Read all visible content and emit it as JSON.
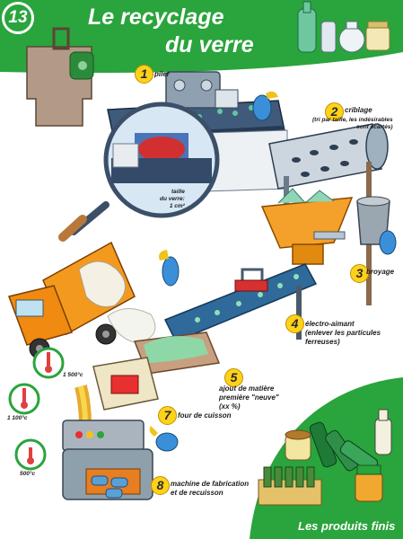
{
  "header": {
    "number": "13",
    "title_line1": "Le recyclage",
    "title_line2": "du verre"
  },
  "steps": [
    {
      "number": "1",
      "label": "piler"
    },
    {
      "number": "2",
      "label": "criblage",
      "note_line1": "(tri par taille, les indésirables",
      "note_line2": "sont écartés)"
    },
    {
      "number": "3",
      "label": "broyage"
    },
    {
      "number": "4",
      "label_line1": "électro-aimant",
      "label_line2": "(enlever les particules",
      "label_line3": "ferreuses)"
    },
    {
      "number": "5",
      "label_line1": "ajout de matière",
      "label_line2": "première \"neuve\"",
      "label_line3": "(xx %)"
    },
    {
      "number": "7",
      "label": "four de cuisson"
    },
    {
      "number": "8",
      "label_line1": "machine de fabrication",
      "label_line2": "et de recuisson"
    }
  ],
  "zoom_caption": {
    "line1": "taille",
    "line2": "du verre:",
    "line3": "1 cm²"
  },
  "temperatures": [
    "1 500°c",
    "1 100°c",
    "500°c"
  ],
  "footer": {
    "label": "Les produits finis"
  },
  "colors": {
    "green": "#2aa43c",
    "yellow": "#ffd21a",
    "orange": "#f39a1e",
    "blue_bird": "#3a8fd8"
  }
}
